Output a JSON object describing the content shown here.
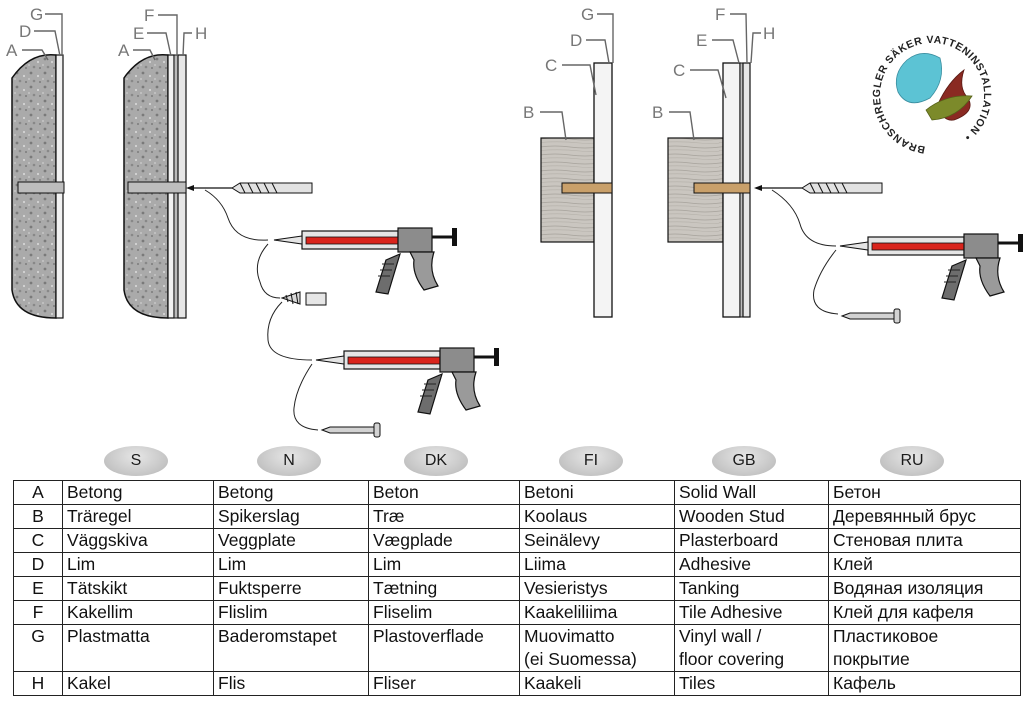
{
  "callouts": {
    "left_plain": [
      "A",
      "D",
      "G"
    ],
    "left_tiled": [
      "A",
      "E",
      "F",
      "H"
    ],
    "right_plain": [
      "B",
      "C",
      "D",
      "G"
    ],
    "right_tiled": [
      "B",
      "C",
      "E",
      "F",
      "H"
    ]
  },
  "seal": {
    "text": "BRANSCHREGLER SÄKER VATTENINSTALLATION •",
    "colors": {
      "drop": "#5cc3d4",
      "flame": "#8a2a22",
      "leaf": "#7c8a2a"
    }
  },
  "colors": {
    "gun_stripe": "#d9241c",
    "concrete": "#a9a9a9",
    "wood": "#c8c4be"
  },
  "languages": [
    "S",
    "N",
    "DK",
    "FI",
    "GB",
    "RU"
  ],
  "legend": [
    {
      "key": "A",
      "S": "Betong",
      "N": "Betong",
      "DK": "Beton",
      "FI": "Betoni",
      "GB": "Solid Wall",
      "RU": "Бетон"
    },
    {
      "key": "B",
      "S": "Träregel",
      "N": "Spikerslag",
      "DK": "Træ",
      "FI": "Koolaus",
      "GB": "Wooden Stud",
      "RU": "Деревянный брус"
    },
    {
      "key": "C",
      "S": "Väggskiva",
      "N": "Veggplate",
      "DK": "Vægplade",
      "FI": "Seinälevy",
      "GB": "Plasterboard",
      "RU": "Стеновая плита"
    },
    {
      "key": "D",
      "S": "Lim",
      "N": "Lim",
      "DK": "Lim",
      "FI": "Liima",
      "GB": "Adhesive",
      "RU": "Клей"
    },
    {
      "key": "E",
      "S": "Tätskikt",
      "N": "Fuktsperre",
      "DK": "Tætning",
      "FI": "Vesieristys",
      "GB": "Tanking",
      "RU": "Водяная изоляция"
    },
    {
      "key": "F",
      "S": "Kakellim",
      "N": "Flislim",
      "DK": "Fliselim",
      "FI": "Kaakeliliima",
      "GB": "Tile Adhesive",
      "RU": "Клей для кафеля"
    },
    {
      "key": "G",
      "S": "Plastmatta",
      "N": "Baderomstapet",
      "DK": "Plastoverflade",
      "FI": "Muovimatto\n(ei Suomessa)",
      "GB": "Vinyl wall /\nfloor covering",
      "RU": "Пластиковое\nпокрытие"
    },
    {
      "key": "H",
      "S": "Kakel",
      "N": "Flis",
      "DK": "Fliser",
      "FI": "Kaakeli",
      "GB": "Tiles",
      "RU": "Кафель"
    }
  ]
}
